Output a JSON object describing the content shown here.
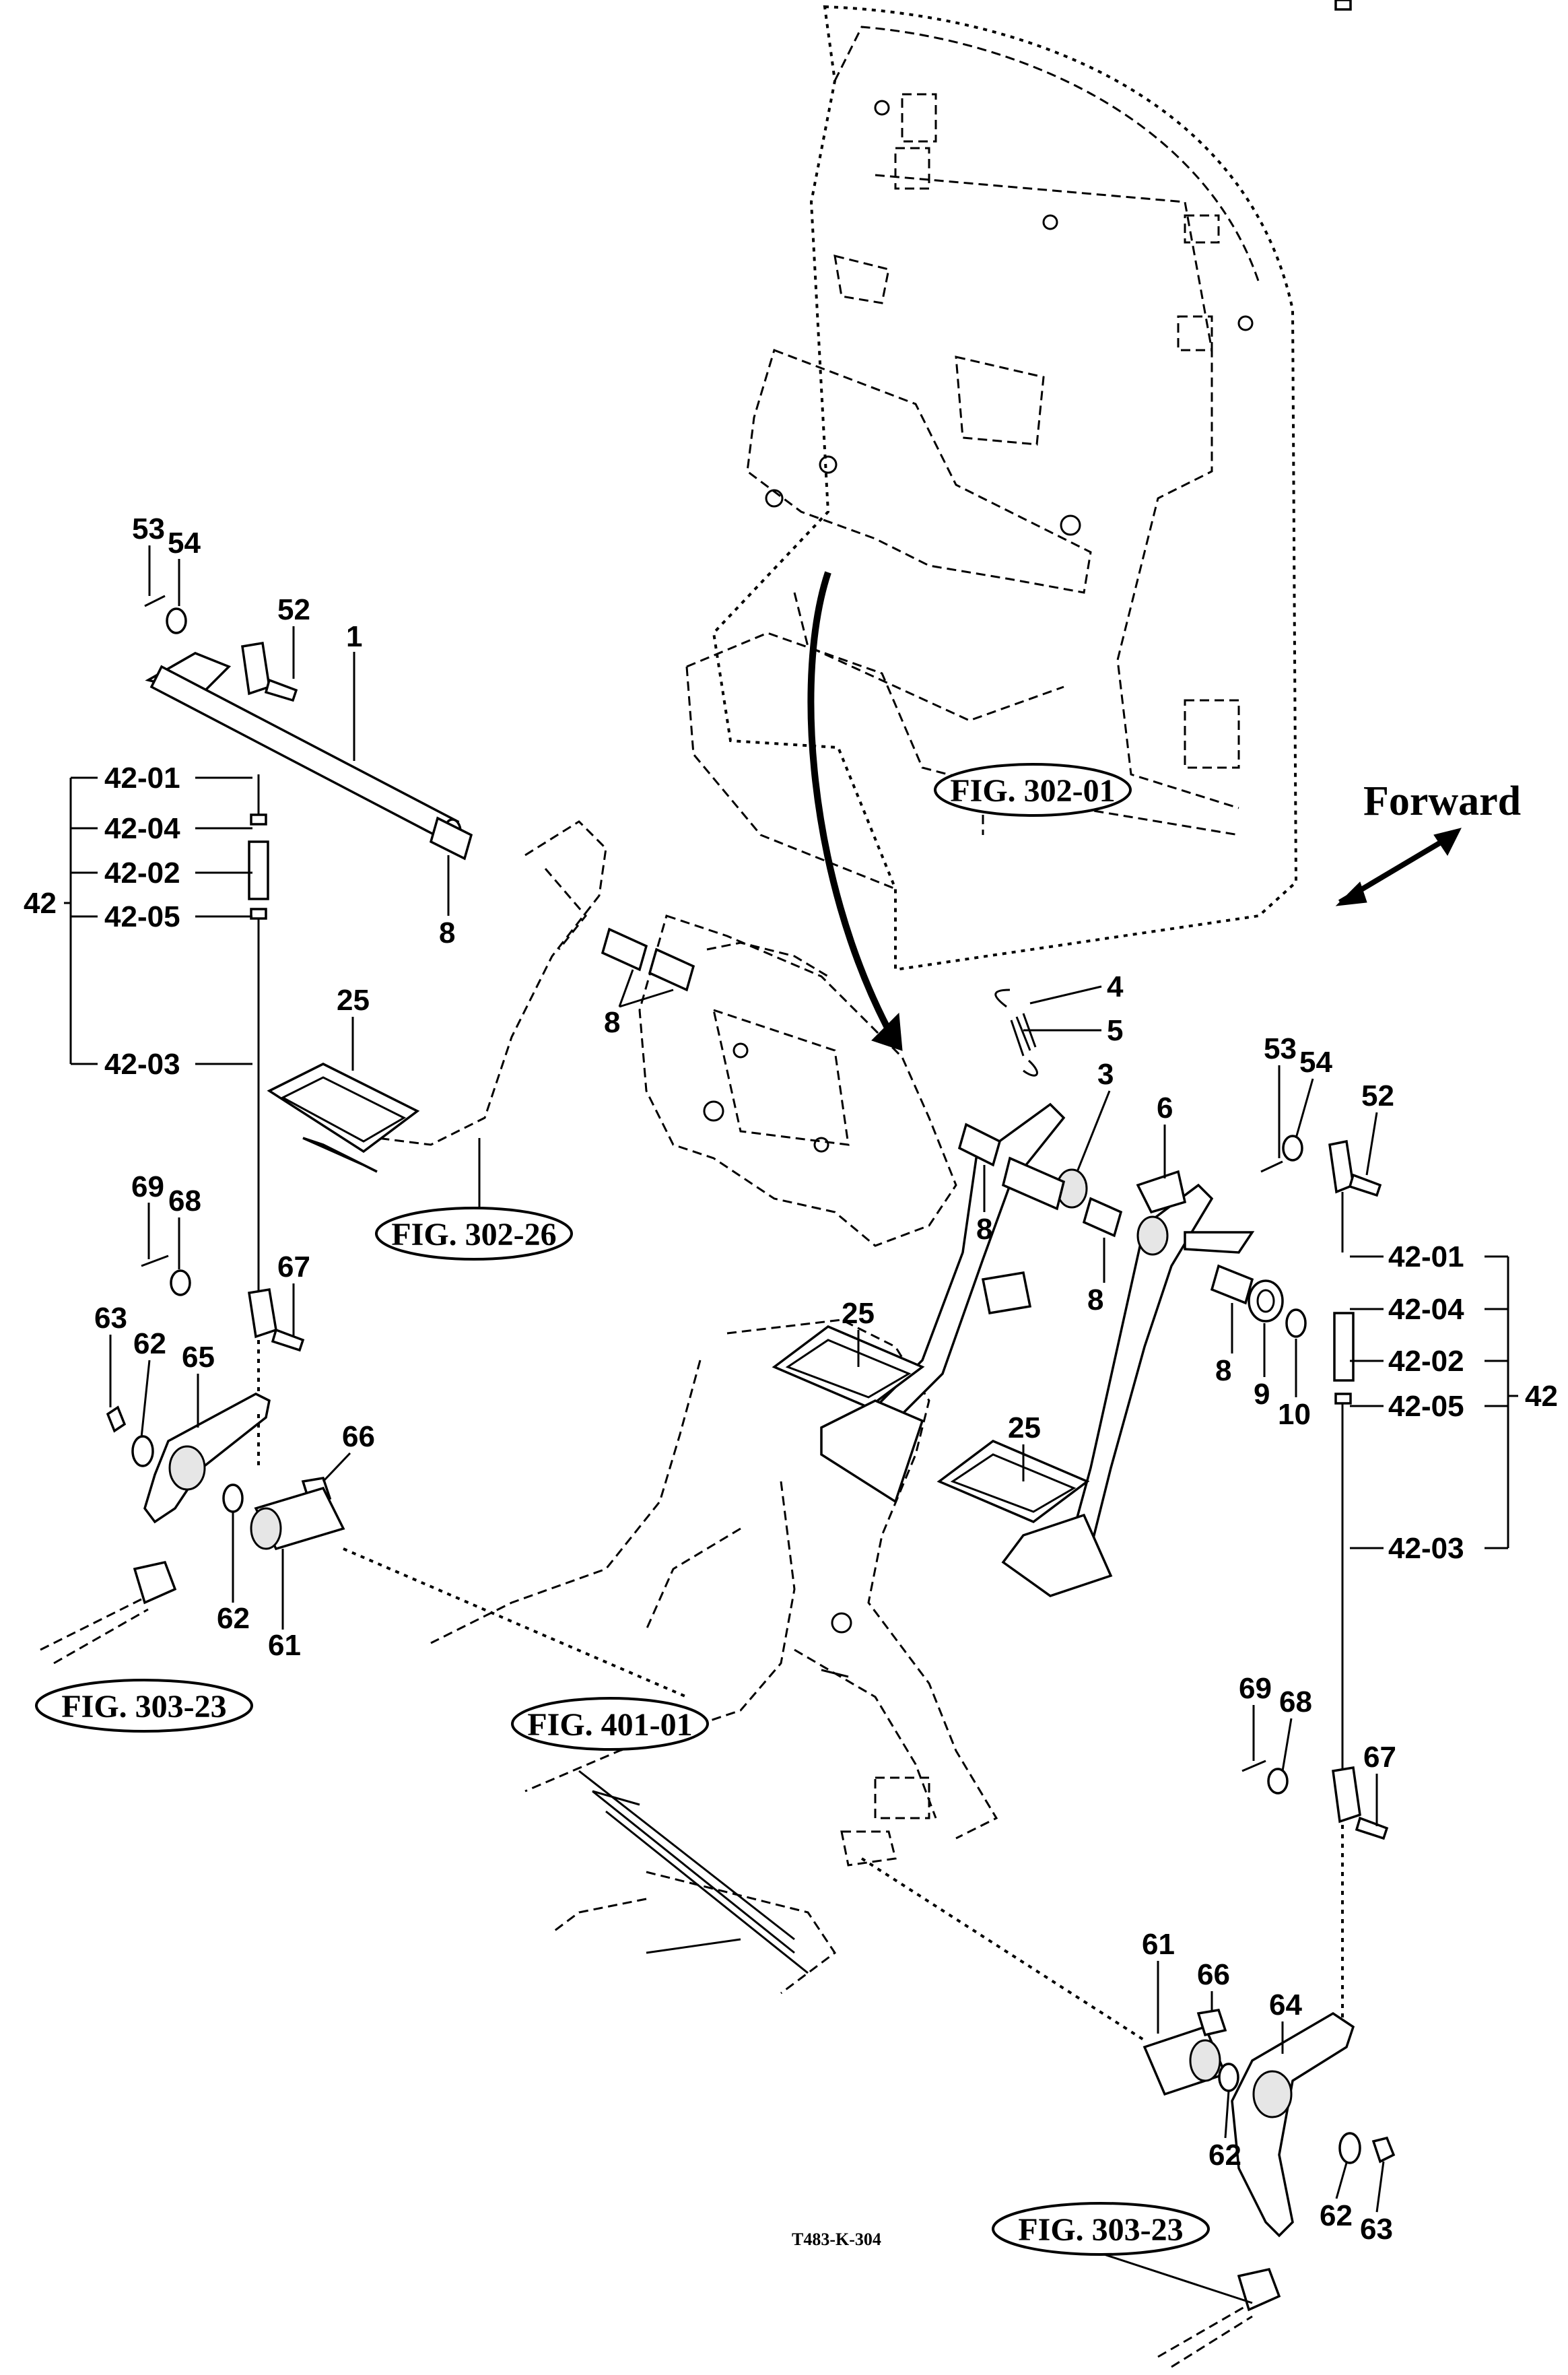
{
  "diagram": {
    "drawing_code": "T483-K-304",
    "direction_label": "Forward",
    "figure_refs": {
      "seat_panel": "FIG. 302-01",
      "left_pedal": "FIG. 302-26",
      "frame": "FIG. 401-01",
      "lower_left": "FIG. 303-23",
      "lower_right": "FIG. 303-23"
    },
    "left": {
      "n53": "53",
      "n54": "54",
      "n52": "52",
      "n1": "1",
      "n8a": "8",
      "n8b": "8",
      "n25": "25",
      "n69": "69",
      "n68": "68",
      "n67": "67",
      "n63": "63",
      "n62a": "62",
      "n65": "65",
      "n66": "66",
      "n62b": "62",
      "n61": "61",
      "rod_group": "42",
      "rod_parts": [
        "42-01",
        "42-04",
        "42-02",
        "42-05",
        "42-03"
      ]
    },
    "center": {
      "n4": "4",
      "n5": "5",
      "n3": "3",
      "n6": "6",
      "n8c": "8",
      "n8d": "8",
      "n8e": "8",
      "n9": "9",
      "n10": "10",
      "n25a": "25",
      "n25b": "25"
    },
    "right": {
      "n53": "53",
      "n54": "54",
      "n52": "52",
      "n69": "69",
      "n68": "68",
      "n67": "67",
      "n61": "61",
      "n66": "66",
      "n64": "64",
      "n62a": "62",
      "n62b": "62",
      "n63": "63",
      "rod_group": "42",
      "rod_parts": [
        "42-01",
        "42-04",
        "42-02",
        "42-05",
        "42-03"
      ]
    }
  }
}
